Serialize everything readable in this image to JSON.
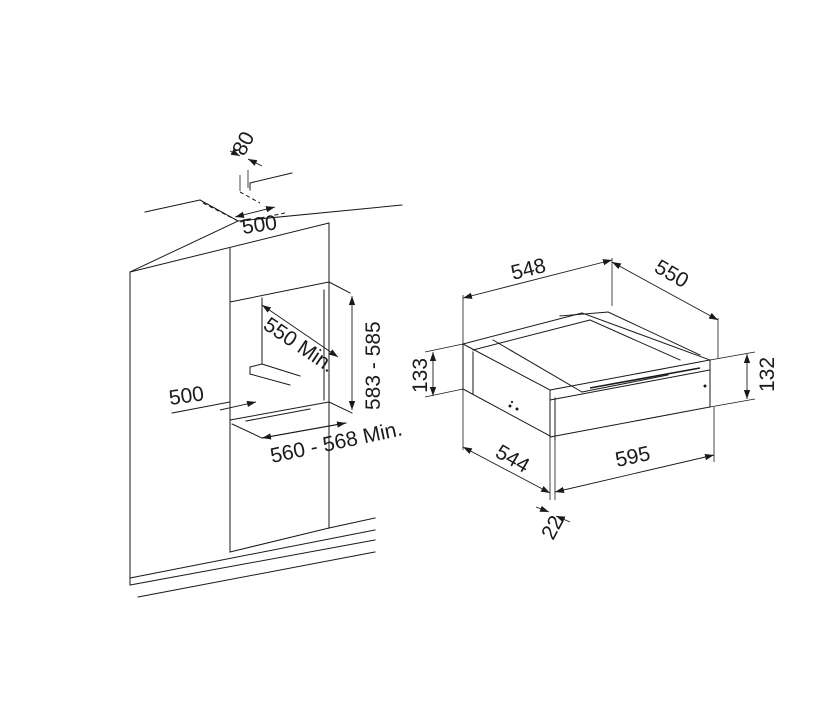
{
  "niche": {
    "top_depth": "80",
    "top_width": "500",
    "inner_depth": "550 Min.",
    "height_range": "583 - 585",
    "front_width": "500",
    "width_range": "560 - 568 Min."
  },
  "appliance": {
    "body_width": "548",
    "body_depth": "550",
    "body_height": "133",
    "front_height": "132",
    "bottom_depth": "544",
    "front_width": "595",
    "front_thickness": "22"
  }
}
